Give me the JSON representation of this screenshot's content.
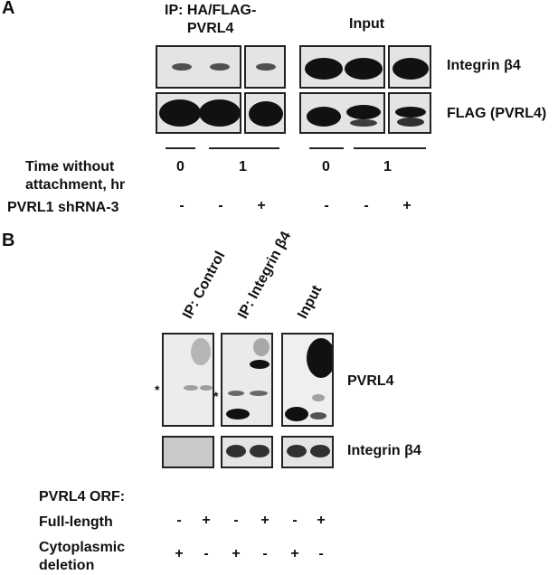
{
  "panel_a": {
    "letter": "A",
    "ip_header": "IP: HA/FLAG-\nPVRL4",
    "input_header": "Input",
    "row_labels": [
      "Integrin β4",
      "FLAG (PVRL4)"
    ],
    "time_label": "Time without\nattachment, hr",
    "time_values": [
      "0",
      "1",
      "0",
      "1"
    ],
    "shrna_label": "PVRL1 shRNA-3",
    "shrna_signs": [
      "-",
      "-",
      "+",
      "-",
      "-",
      "+"
    ]
  },
  "panel_b": {
    "letter": "B",
    "lane_headers": [
      "IP: Control",
      "IP: Integrin β4",
      "Input"
    ],
    "row_labels": [
      "PVRL4",
      "Integrin β4"
    ],
    "star": "*",
    "orf_label": "PVRL4 ORF:",
    "full_length_label": "Full-length",
    "full_length_signs": [
      "-",
      "+",
      "-",
      "+",
      "-",
      "+"
    ],
    "cyto_label": "Cytoplasmic\ndeletion",
    "cyto_signs": [
      "+",
      "-",
      "+",
      "-",
      "+",
      "-"
    ]
  }
}
